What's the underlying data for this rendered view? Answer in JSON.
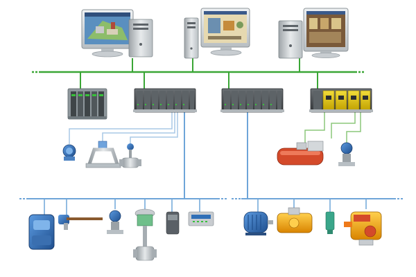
{
  "workstations": [
    {
      "id": "workstation-left",
      "screen_scene": "plant-3d-view"
    },
    {
      "id": "workstation-center",
      "screen_scene": "process-mimic"
    },
    {
      "id": "workstation-right",
      "screen_scene": "equipment-overview"
    }
  ],
  "networks": {
    "ethernet_bus": {
      "color": "#3aa635"
    },
    "fieldbus_left": {
      "color": "#6ea5d8"
    },
    "fieldbus_right": {
      "color": "#6ea5d8"
    },
    "analog_wiring": {
      "color": "#a9c8e6"
    },
    "discrete_wiring": {
      "color": "#8cc77a"
    }
  },
  "controllers": [
    {
      "id": "rack-controller",
      "type": "io-rack",
      "slots": 5,
      "housing": "#9aa3a9"
    },
    {
      "id": "io-module-group-1",
      "type": "din-rail-io",
      "slots": 8,
      "housing": "#4b4f52"
    },
    {
      "id": "io-module-group-2",
      "type": "din-rail-io",
      "slots": 8,
      "housing": "#4b4f52"
    },
    {
      "id": "io-module-group-3",
      "type": "din-rail-io",
      "slots": 4,
      "housing": "#d6b800"
    }
  ],
  "field_devices": {
    "analog_group": [
      "level-transmitter-icon",
      "coriolis-flowmeter-icon",
      "vortex-flowmeter-icon"
    ],
    "discrete_group": [
      "pneumatic-actuator-icon",
      "pressure-transmitter-icon"
    ],
    "fieldbus_left_devices": [
      "large-transmitter-icon",
      "temperature-probe-icon",
      "pressure-transmitter-icon",
      "control-valve-icon",
      "valve-positioner-icon",
      "io-junction-box-icon"
    ],
    "fieldbus_right_devices": [
      "electric-motor-icon",
      "rotary-actuator-icon",
      "proximity-sensor-icon",
      "electric-valve-actuator-icon"
    ]
  },
  "colors": {
    "device_blue": "#2f6fb7",
    "actuator_orange": "#f0a21b",
    "led_green": "#38c13b",
    "monitor_frame": "#d9dde0"
  }
}
